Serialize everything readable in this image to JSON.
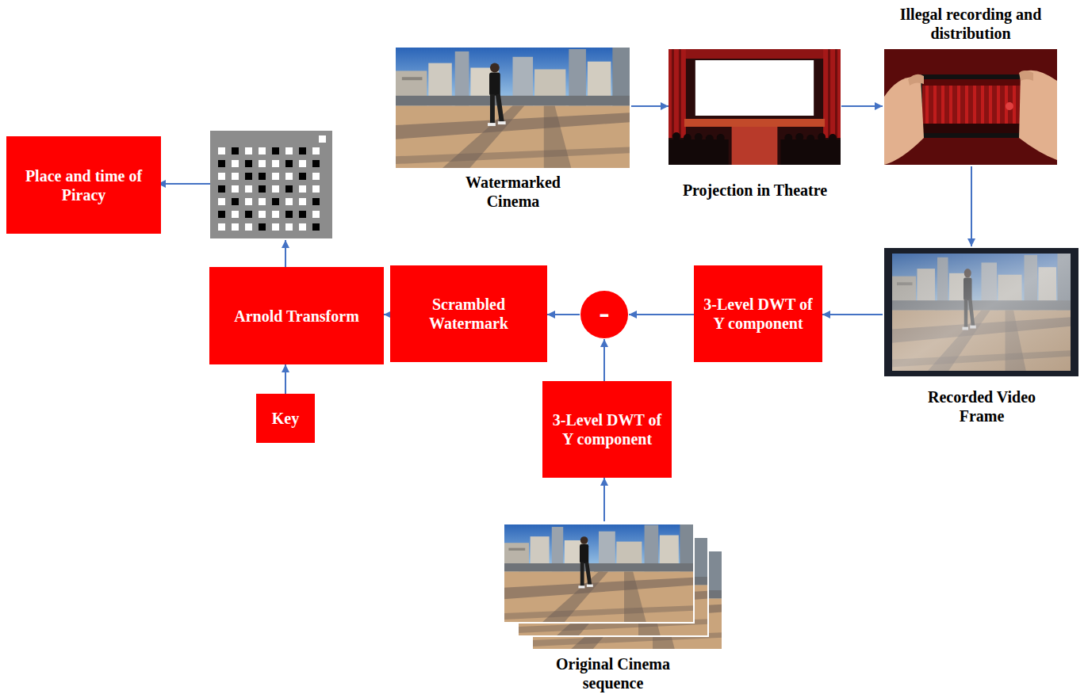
{
  "diagram": {
    "nodes": [
      {
        "text": [
          "Watermarked Cinema"
        ]
      },
      {
        "text": [
          "Projection in Theatre"
        ]
      },
      {
        "text": [
          "Illegal recording and distribution"
        ]
      },
      {
        "text": [
          "Place and time of Piracy"
        ]
      },
      {
        "text": [
          "Arnold Transform"
        ]
      },
      {
        "text": [
          "Scrambled Watermark"
        ]
      },
      {
        "text": [
          "-"
        ]
      },
      {
        "text": [
          "3-Level DWT of Y component"
        ]
      },
      {
        "text": [
          "Recorded Video Frame"
        ]
      },
      {
        "text": [
          "Key"
        ]
      },
      {
        "text": [
          "3-Level DWT of Y component"
        ]
      },
      {
        "text": [
          "Original Cinema sequence"
        ]
      }
    ],
    "edges": [
      {
        "from": 0,
        "to": 1,
        "arrow": "to"
      },
      {
        "from": 1,
        "to": 2,
        "arrow": "to"
      },
      {
        "from": 2,
        "to": 8,
        "arrow": "to"
      },
      {
        "from": 8,
        "to": 7,
        "arrow": "to"
      },
      {
        "from": 7,
        "to": 6,
        "arrow": "to"
      },
      {
        "from": 10,
        "to": 6,
        "arrow": "to"
      },
      {
        "from": 11,
        "to": 10,
        "arrow": "to"
      },
      {
        "from": 6,
        "to": 5,
        "arrow": "to"
      },
      {
        "from": 5,
        "to": 4,
        "arrow": "to"
      },
      {
        "from": 9,
        "to": 4,
        "arrow": "to"
      }
    ]
  }
}
